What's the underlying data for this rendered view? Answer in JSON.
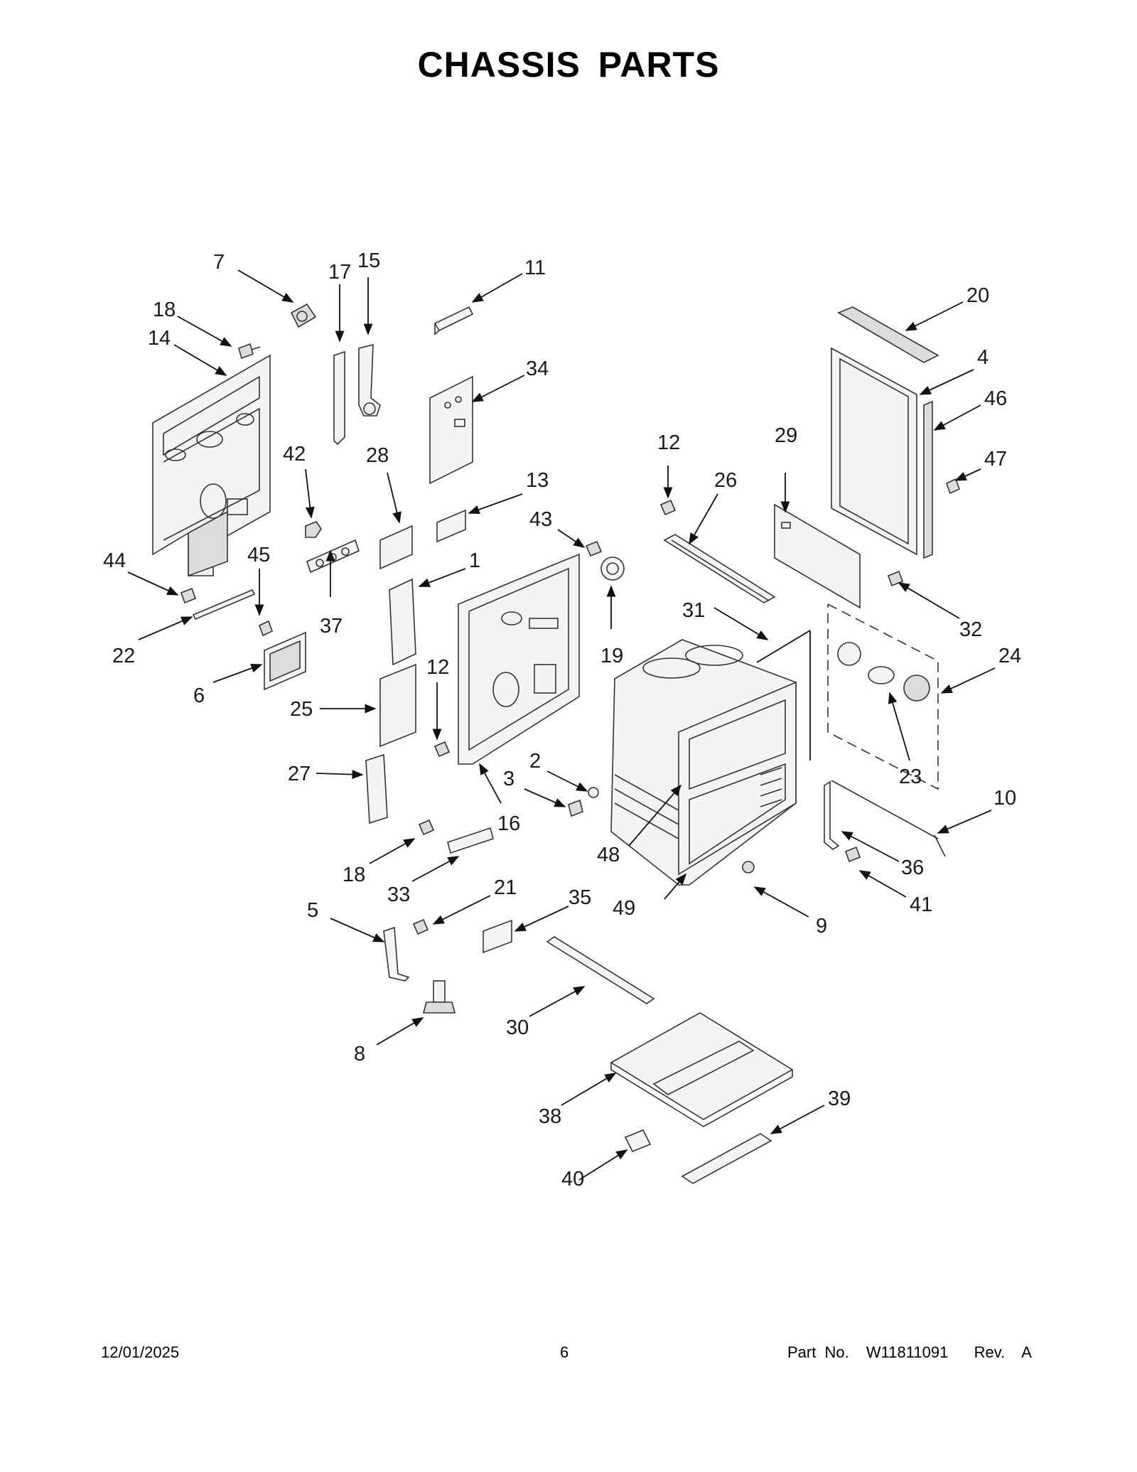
{
  "page": {
    "title": "CHASSIS  PARTS",
    "footer_date": "12/01/2025",
    "footer_page": "6",
    "footer_part": "Part No.  W11811091   Rev.  A"
  },
  "callouts": [
    "1",
    "2",
    "3",
    "4",
    "5",
    "6",
    "7",
    "8",
    "9",
    "10",
    "11",
    "12",
    "12",
    "13",
    "14",
    "15",
    "16",
    "17",
    "18",
    "18",
    "19",
    "20",
    "21",
    "22",
    "23",
    "24",
    "25",
    "26",
    "27",
    "28",
    "29",
    "30",
    "31",
    "32",
    "33",
    "34",
    "35",
    "36",
    "37",
    "38",
    "39",
    "40",
    "41",
    "42",
    "43",
    "44",
    "45",
    "46",
    "47",
    "48",
    "49"
  ]
}
